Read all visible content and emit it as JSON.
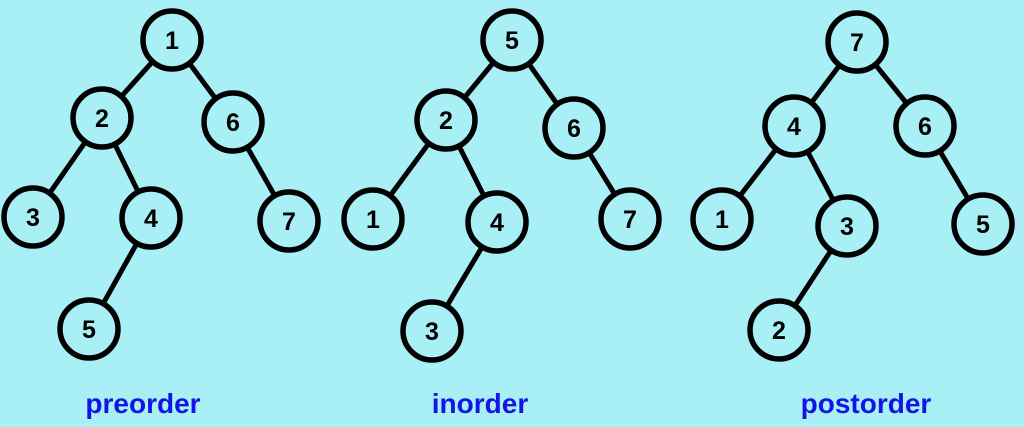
{
  "background_color": "#a8f0f6",
  "caption_color": "#1414e6",
  "trees": [
    {
      "id": "preorder",
      "caption": "preorder",
      "nodes": [
        {
          "id": "n1",
          "label": "1"
        },
        {
          "id": "n2",
          "label": "2",
          "parent": "n1"
        },
        {
          "id": "n6",
          "label": "6",
          "parent": "n1"
        },
        {
          "id": "n3",
          "label": "3",
          "parent": "n2"
        },
        {
          "id": "n4",
          "label": "4",
          "parent": "n2"
        },
        {
          "id": "n7",
          "label": "7",
          "parent": "n6"
        },
        {
          "id": "n5",
          "label": "5",
          "parent": "n4"
        }
      ]
    },
    {
      "id": "inorder",
      "caption": "inorder",
      "nodes": [
        {
          "id": "n5",
          "label": "5"
        },
        {
          "id": "n2",
          "label": "2",
          "parent": "n5"
        },
        {
          "id": "n6",
          "label": "6",
          "parent": "n5"
        },
        {
          "id": "n1",
          "label": "1",
          "parent": "n2"
        },
        {
          "id": "n4",
          "label": "4",
          "parent": "n2"
        },
        {
          "id": "n7",
          "label": "7",
          "parent": "n6"
        },
        {
          "id": "n3",
          "label": "3",
          "parent": "n4"
        }
      ]
    },
    {
      "id": "postorder",
      "caption": "postorder",
      "nodes": [
        {
          "id": "n7",
          "label": "7"
        },
        {
          "id": "n4",
          "label": "4",
          "parent": "n7"
        },
        {
          "id": "n6",
          "label": "6",
          "parent": "n7"
        },
        {
          "id": "n1",
          "label": "1",
          "parent": "n4"
        },
        {
          "id": "n3",
          "label": "3",
          "parent": "n4"
        },
        {
          "id": "n5",
          "label": "5",
          "parent": "n6"
        },
        {
          "id": "n2",
          "label": "2",
          "parent": "n3"
        }
      ]
    }
  ]
}
